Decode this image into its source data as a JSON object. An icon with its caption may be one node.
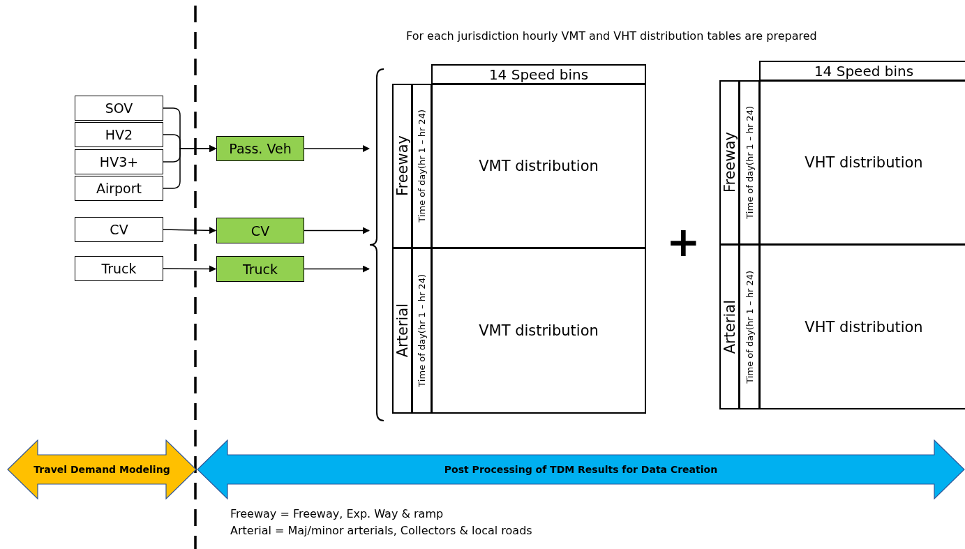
{
  "diagram": {
    "title": "For each jurisdiction hourly VMT and VHT distribution tables are prepared",
    "nodes": [
      {
        "text": [
          "SOV"
        ]
      },
      {
        "text": [
          "HV2"
        ]
      },
      {
        "text": [
          "HV3+"
        ]
      },
      {
        "text": [
          "Airport"
        ]
      },
      {
        "text": [
          "CV"
        ]
      },
      {
        "text": [
          "Truck"
        ]
      },
      {
        "text": [
          "Pass. Veh"
        ]
      },
      {
        "text": [
          "CV"
        ]
      },
      {
        "text": [
          "Truck"
        ]
      },
      {
        "text": [],
        "shape": "bracket"
      },
      {
        "text": [
          "14 Speed bins"
        ]
      },
      {
        "text": [
          "Freeway"
        ]
      },
      {
        "text": [
          "Time of day(hr 1 – hr 24)"
        ]
      },
      {
        "text": [
          "VMT distribution"
        ]
      },
      {
        "text": [
          "Arterial"
        ]
      },
      {
        "text": [
          "Time of day(hr 1 – hr 24)"
        ]
      },
      {
        "text": [
          "VMT distribution"
        ]
      },
      {
        "text": [
          "14 Speed bins"
        ]
      },
      {
        "text": [
          "Freeway"
        ]
      },
      {
        "text": [
          "Time of day(hr 1 – hr 24)"
        ]
      },
      {
        "text": [
          "VHT distribution"
        ]
      },
      {
        "text": [
          "Arterial"
        ]
      },
      {
        "text": [
          "Time of day(hr 1 – hr 24)"
        ]
      },
      {
        "text": [
          "VHT distribution"
        ]
      },
      {
        "text": [
          "Travel Demand Modeling"
        ]
      },
      {
        "text": [
          "Post Processing of TDM Results for Data Creation"
        ]
      }
    ],
    "edges": [
      {
        "from": 0,
        "to": 6,
        "arrow": "to"
      },
      {
        "from": 1,
        "to": 6,
        "arrow": "to"
      },
      {
        "from": 2,
        "to": 6,
        "arrow": "to"
      },
      {
        "from": 3,
        "to": 6,
        "arrow": "to"
      },
      {
        "from": 4,
        "to": 7,
        "arrow": "to"
      },
      {
        "from": 5,
        "to": 8,
        "arrow": "to"
      },
      {
        "from": 6,
        "to": 9,
        "arrow": "to"
      },
      {
        "from": 7,
        "to": 9,
        "arrow": "to"
      },
      {
        "from": 8,
        "to": 9,
        "arrow": "to"
      }
    ],
    "labels": [
      "+",
      "Freeway = Freeway, Exp. Way & ramp",
      "Arterial = Maj/minor arterials, Collectors & local roads"
    ]
  }
}
